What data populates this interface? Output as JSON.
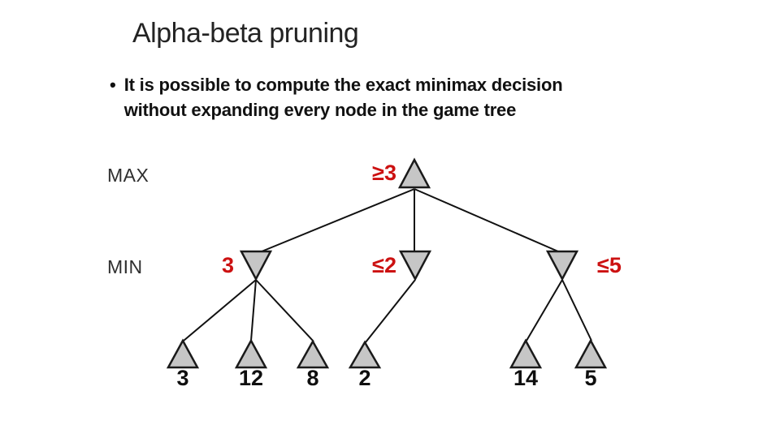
{
  "slide": {
    "title": "Alpha-beta pruning",
    "bullet": {
      "marker": "•",
      "lines": [
        "It is possible to compute the exact minimax decision",
        "without expanding every node in the game tree"
      ]
    }
  },
  "colors": {
    "bound_label_red": "#cc1111",
    "node_fill_gray": "#c6c6c6",
    "node_stroke": "#1a1a1a",
    "text_black": "#111111"
  },
  "tree": {
    "levels": {
      "max": "MAX",
      "min": "MIN"
    },
    "root": {
      "type": "max",
      "label": "≥3"
    },
    "min_nodes": [
      {
        "label": "3"
      },
      {
        "label": "≤2"
      },
      {
        "label": "≤5"
      }
    ],
    "leaves": [
      {
        "value": "3"
      },
      {
        "value": "12"
      },
      {
        "value": "8"
      },
      {
        "value": "2"
      },
      {
        "value": "14"
      },
      {
        "value": "5"
      }
    ]
  }
}
